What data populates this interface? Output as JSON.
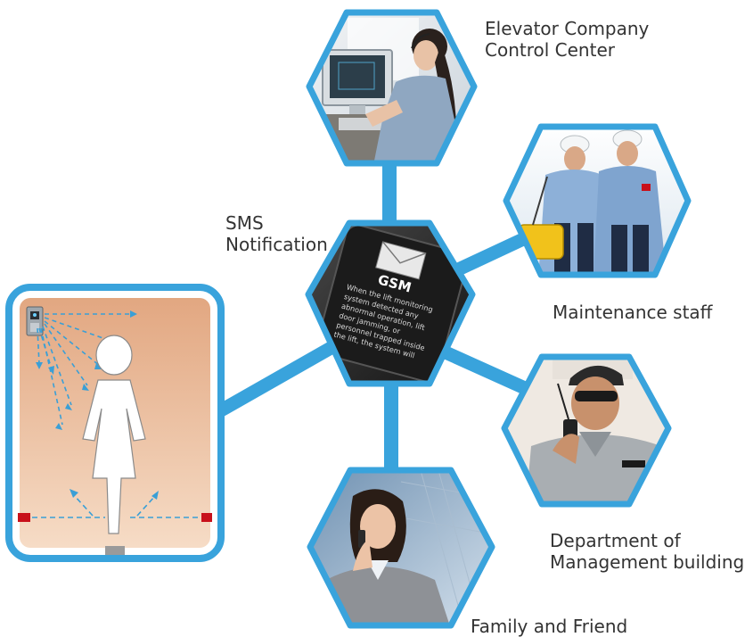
{
  "labels": {
    "control_center": [
      "Elevator Company",
      "Control Center"
    ],
    "sms": [
      "SMS",
      "Notification"
    ],
    "maintenance": "Maintenance staff",
    "department": [
      "Department of",
      "Management building"
    ],
    "family": "Family and Friend"
  },
  "gsm": {
    "title": "GSM",
    "text_lines": [
      "When the lift monitoring",
      "system detected any",
      "abnormal operation, lift",
      "door jamming, or",
      "personnel trapped inside",
      "the lift, the system will"
    ]
  },
  "colors": {
    "accent": "#39a3dc",
    "accent_dark": "#1f7fbf",
    "elevator_bg": "#e9b895",
    "sensor_red": "#c8101a",
    "label_text": "#333333"
  }
}
